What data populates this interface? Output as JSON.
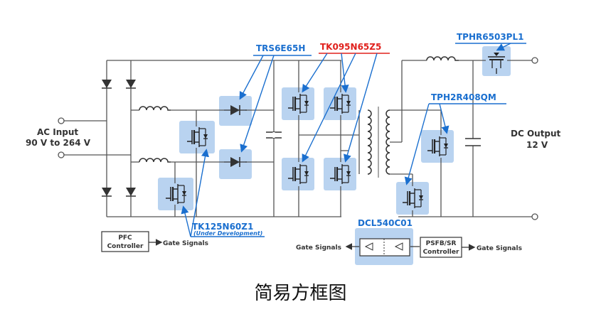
{
  "colors": {
    "wire": "#555555",
    "highlight": "#b9d3f0",
    "accent": "#1a6fcf",
    "red": "#e0201c"
  },
  "labels": {
    "ac_input": "AC Input",
    "ac_range": "90 V to 264 V",
    "dc_output": "DC Output",
    "dc_voltage": "12 V",
    "pfc_controller_1": "PFC",
    "pfc_controller_2": "Controller",
    "gate_signals_left": "Gate Signals",
    "gate_signals_mid": "Gate Signals",
    "gate_signals_right": "Gate Signals",
    "psfb_1": "PSFB/SR",
    "psfb_2": "Controller"
  },
  "parts": {
    "trs6e65h": "TRS6E65H",
    "tk095n65z5": "TK095N65Z5",
    "tphr6503pl1": "TPHR6503PL1",
    "tph2r408qm": "TPH2R408QM",
    "tk125n60z1": "TK125N60Z1",
    "tk125_note": "(Under Development)",
    "dcl540c01": "DCL540C01"
  },
  "caption": "简易方框图"
}
